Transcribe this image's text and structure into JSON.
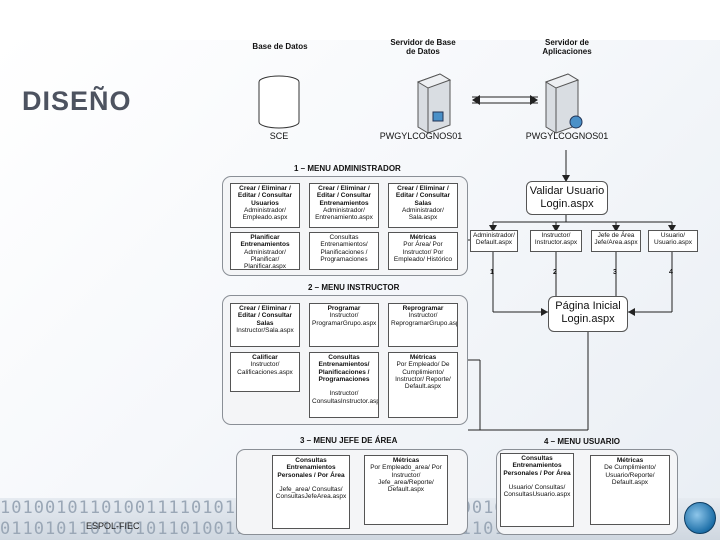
{
  "slide": {
    "title": "DISEÑO",
    "footer": "ESPOL-FIEC",
    "binary_rows": [
      "101001011010011110101110000111101011100110010110",
      "011010110100101101001101110101001011010101101001"
    ]
  },
  "headers": {
    "db": "Base de Datos",
    "dbserver": "Servidor de Base de Datos",
    "appserver": "Servidor de Aplicaciones"
  },
  "servers": {
    "db_label": "SCE",
    "dbserver_label": "PWGYLCOGNOS01",
    "appserver_label": "PWGYLCOGNOS01"
  },
  "sections": {
    "admin": "1 – MENU ADMINISTRADOR",
    "instructor": "2 – MENU INSTRUCTOR",
    "jefe": "3 – MENU JEFE DE ÁREA",
    "usuario": "4 – MENU USUARIO"
  },
  "admin_boxes": [
    {
      "title": "Crear / Eliminar / Editar / Consultar Usuarios",
      "page": "Administrador/ Empleado.aspx"
    },
    {
      "title": "Crear / Eliminar / Editar / Consultar Entrenamientos",
      "page": "Administrador/ Entrenamiento.aspx"
    },
    {
      "title": "Crear / Eliminar / Editar / Consultar Salas",
      "page": "Administrador/ Sala.aspx"
    },
    {
      "title": "Planificar Entrenamientos",
      "page": "Administrador/ Planificar/ Planificar.aspx"
    },
    {
      "title": "",
      "page": "Consultas Entrenamientos/ Planificaciones / Programaciones"
    },
    {
      "title": "Métricas",
      "page": "Por Área/ Por Instructor/ Por Empleado/ Histórico"
    }
  ],
  "instructor_boxes": [
    {
      "title": "Crear / Eliminar / Editar / Consultar Salas",
      "page": "Instructor/Sala.aspx"
    },
    {
      "title": "Programar",
      "page": "Instructor/ ProgramarGrupo.aspx"
    },
    {
      "title": "Reprogramar",
      "page": "Instructor/ ReprogramarGrupo.aspx"
    },
    {
      "title": "Calificar",
      "page": "Instructor/ Calificaciones.aspx"
    },
    {
      "title": "Consultas Entrenamientos/ Planificaciones / Programaciones",
      "page": "Instructor/ ConsultasInstructor.aspx"
    },
    {
      "title": "Métricas",
      "page": "Por Empleado/ De Cumplimiento/ Instructor/ Reporte/ Default.aspx"
    }
  ],
  "jefe_boxes": [
    {
      "title": "Consultas Entrenamientos Personales / Por Área",
      "page": "Jefe_area/ Consultas/ ConsultasJefeArea.aspx"
    },
    {
      "title": "Métricas",
      "page": "Por Empleado_area/ Por Instructor/ Jefe_area/Reporte/ Default.aspx"
    }
  ],
  "usuario_boxes": [
    {
      "title": "Consultas Entrenamientos Personales / Por Área",
      "page": "Usuario/ Consultas/ ConsultasUsuario.aspx"
    },
    {
      "title": "Métricas",
      "page": "De Cumplimiento/ Usuario/Reporte/ Default.aspx"
    }
  ],
  "login": {
    "validate": "Validar Usuario Login.aspx",
    "start": "Página Inicial Login.aspx"
  },
  "role_pages": [
    {
      "label": "Administrador/ Default.aspx",
      "num": "1"
    },
    {
      "label": "Instructor/ Instructor.aspx",
      "num": "2"
    },
    {
      "label": "Jefe de Área Jefe/Area.aspx",
      "num": "3"
    },
    {
      "label": "Usuario/ Usuario.aspx",
      "num": "4"
    }
  ],
  "colors": {
    "title": "#4d5360",
    "panel_border": "#8a8f96",
    "server_blue": "#4a90c8"
  }
}
